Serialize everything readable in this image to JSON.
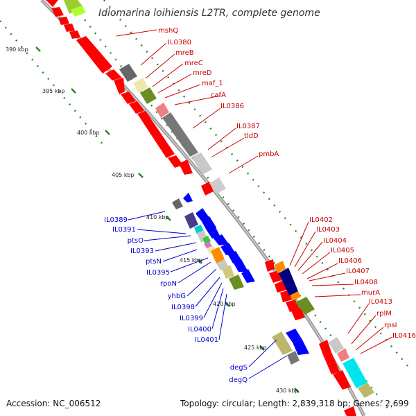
{
  "header": {
    "title": "Idiomarina loihiensis L2TR, complete genome"
  },
  "footer": {
    "accession": "Accession: NC_006512",
    "topology": "Topology: circular; Length: 2,839,318 bp; Genes: 2,699"
  },
  "colors": {
    "forward_label": "#cc0000",
    "reverse_label": "#0000cc",
    "backbone": "#888888",
    "tick": "#228b22",
    "cds_forward": "#ff0000",
    "cds_reverse": "#0000ff",
    "gray": "#666666",
    "light_gray": "#c8c8c8",
    "khaki": "#bdb76b",
    "olive": "#6b8e23",
    "pink": "#f08080",
    "navy": "#000080",
    "cyan": "#00e5ee",
    "orange": "#ff8c00",
    "yellowgreen": "#9acd32",
    "slateblue": "#483d8b",
    "khaki_light": "#eee8aa"
  },
  "ticks": [
    "390 kbp",
    "395 kbp",
    "400 kbp",
    "405 kbp",
    "410 kbp",
    "415 kbp",
    "420 kbp",
    "425 kbp",
    "430 kbp"
  ],
  "forward_labels": [
    "mshQ",
    "IL0380",
    "mreB",
    "mreC",
    "mreD",
    "maf_1",
    "cafA",
    "IL0386",
    "IL0387",
    "tldD",
    "pmbA",
    "IL0402",
    "IL0403",
    "IL0404",
    "IL0405",
    "IL0406",
    "IL0407",
    "IL0408",
    "murA",
    "IL0413",
    "rplM",
    "rpsI",
    "IL0416"
  ],
  "reverse_labels": [
    "IL0389",
    "IL0391",
    "ptsO",
    "IL0393",
    "ptsN",
    "IL0395",
    "rpoN",
    "yhbG",
    "IL0398",
    "IL0399",
    "IL0400",
    "IL0401",
    "degS",
    "degQ"
  ]
}
